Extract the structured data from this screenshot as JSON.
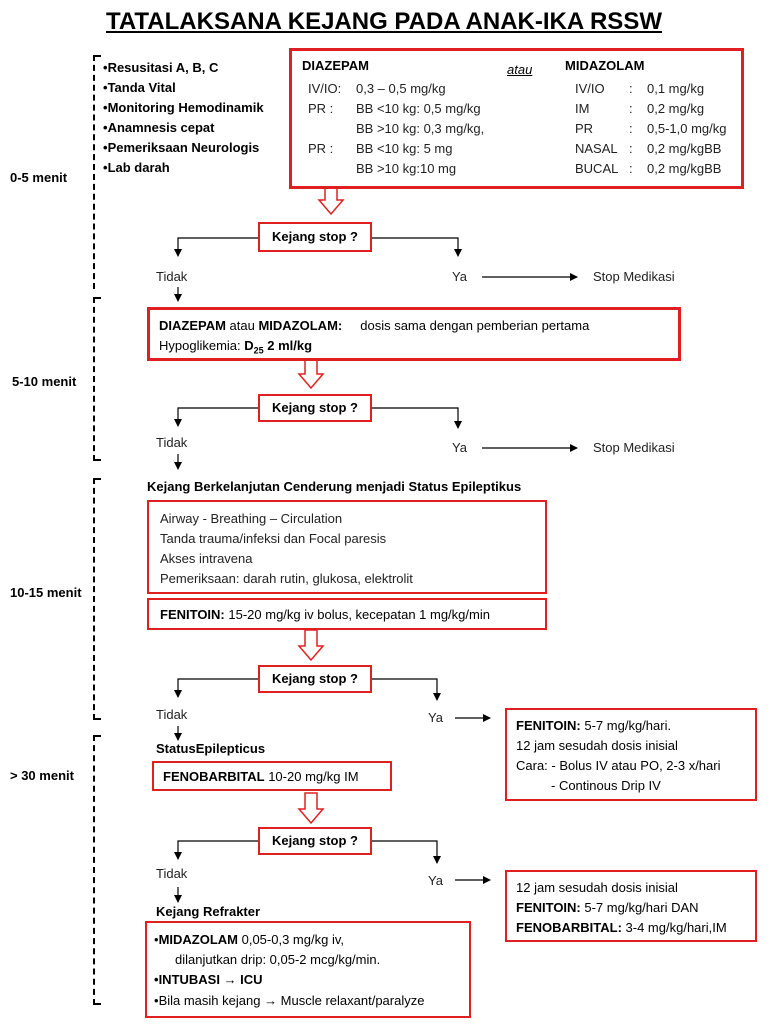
{
  "title": "TATALAKSANA KEJANG PADA ANAK-IKA RSSW",
  "phases": [
    "0-5 menit",
    "5-10 menit",
    "10-15 menit",
    "> 30 menit"
  ],
  "initial_actions": [
    "Resusitasi A, B, C",
    "Tanda Vital",
    "Monitoring Hemodinamik",
    "Anamnesis cepat",
    "Pemeriksaan Neurologis",
    "Lab darah"
  ],
  "bullet": "•",
  "first_line": {
    "diazepam_title": "DIAZEPAM",
    "atau": "atau",
    "midazolam_title": "MIDAZOLAM",
    "diazepam_rows": [
      {
        "route": "IV/IO:",
        "dose": "0,3 – 0,5 mg/kg"
      },
      {
        "route": "PR   :",
        "dose": "BB <10 kg: 0,5 mg/kg"
      },
      {
        "route": "",
        "dose": "BB >10 kg: 0,3 mg/kg,"
      },
      {
        "route": "PR   :",
        "dose": "BB <10 kg:  5 mg"
      },
      {
        "route": "",
        "dose": "BB >10 kg:10 mg"
      }
    ],
    "midazolam_rows": [
      {
        "route": "IV/IO",
        "sep": ":",
        "dose": "0,1 mg/kg"
      },
      {
        "route": "IM",
        "sep": ":",
        "dose": "0,2 mg/kg"
      },
      {
        "route": "PR",
        "sep": ":",
        "dose": "0,5-1,0 mg/kg"
      },
      {
        "route": "NASAL",
        "sep": ":",
        "dose": "0,2 mg/kgBB"
      },
      {
        "route": "BUCAL",
        "sep": ":",
        "dose": "0,2 mg/kgBB"
      }
    ]
  },
  "question": "Kejang stop ?",
  "tidak": "Tidak",
  "ya": "Ya",
  "stop_medikasi": "Stop Medikasi",
  "second_line": {
    "drug1": "DIAZEPAM",
    "atau": " atau ",
    "drug2": "MIDAZOLAM:",
    "note": "dosis sama dengan pemberian pertama",
    "hypo_label": "Hypoglikemia: ",
    "hypo_d": "D",
    "hypo_sub": "25",
    "hypo_dose": "  2 ml/kg"
  },
  "status_title": "Kejang Berkelanjutan Cenderung menjadi Status Epileptikus",
  "assessment": [
    "Airway  - Breathing – Circulation",
    "Tanda trauma/infeksi dan Focal paresis",
    "Akses intravena",
    "Pemeriksaan: darah rutin, glukosa, elektrolit"
  ],
  "fenitoin": {
    "label": "FENITOIN:",
    "dose": "  15-20 mg/kg iv bolus, kecepatan 1 mg/kg/min"
  },
  "fenitoin_maint": {
    "label": "FENITOIN:",
    "dose": " 5-7 mg/kg/hari.",
    "line2": "12 jam sesudah dosis inisial",
    "line3": "Cara: - Bolus IV atau PO, 2-3 x/hari",
    "line4": "- Continous Drip IV"
  },
  "status_epilepticus": "StatusEpilepticus",
  "fenobarbital": {
    "label": "FENOBARBITAL",
    "dose": " 10-20 mg/kg IM"
  },
  "maint2": {
    "line1": "12 jam sesudah dosis inisial",
    "fen_label": "FENITOIN:",
    "fen_dose": " 5-7 mg/kg/hari DAN",
    "feno_label": "FENOBARBITAL:",
    "feno_dose": " 3-4 mg/kg/hari,IM"
  },
  "refrakter_title": "Kejang Refrakter",
  "refrakter": {
    "mid_label": "MIDAZOLAM",
    "mid_dose": " 0,05-0,3 mg/kg iv,",
    "mid_drip": "dilanjutkan drip:  0,05-2 mcg/kg/min.",
    "intubasi": "INTUBASI ",
    "arrow": "→",
    "icu": " ICU",
    "relax1": "Bila masih kejang ",
    "relax2": " Muscle relaxant/paralyze"
  },
  "colors": {
    "accent": "#e02020",
    "text": "#000000"
  }
}
